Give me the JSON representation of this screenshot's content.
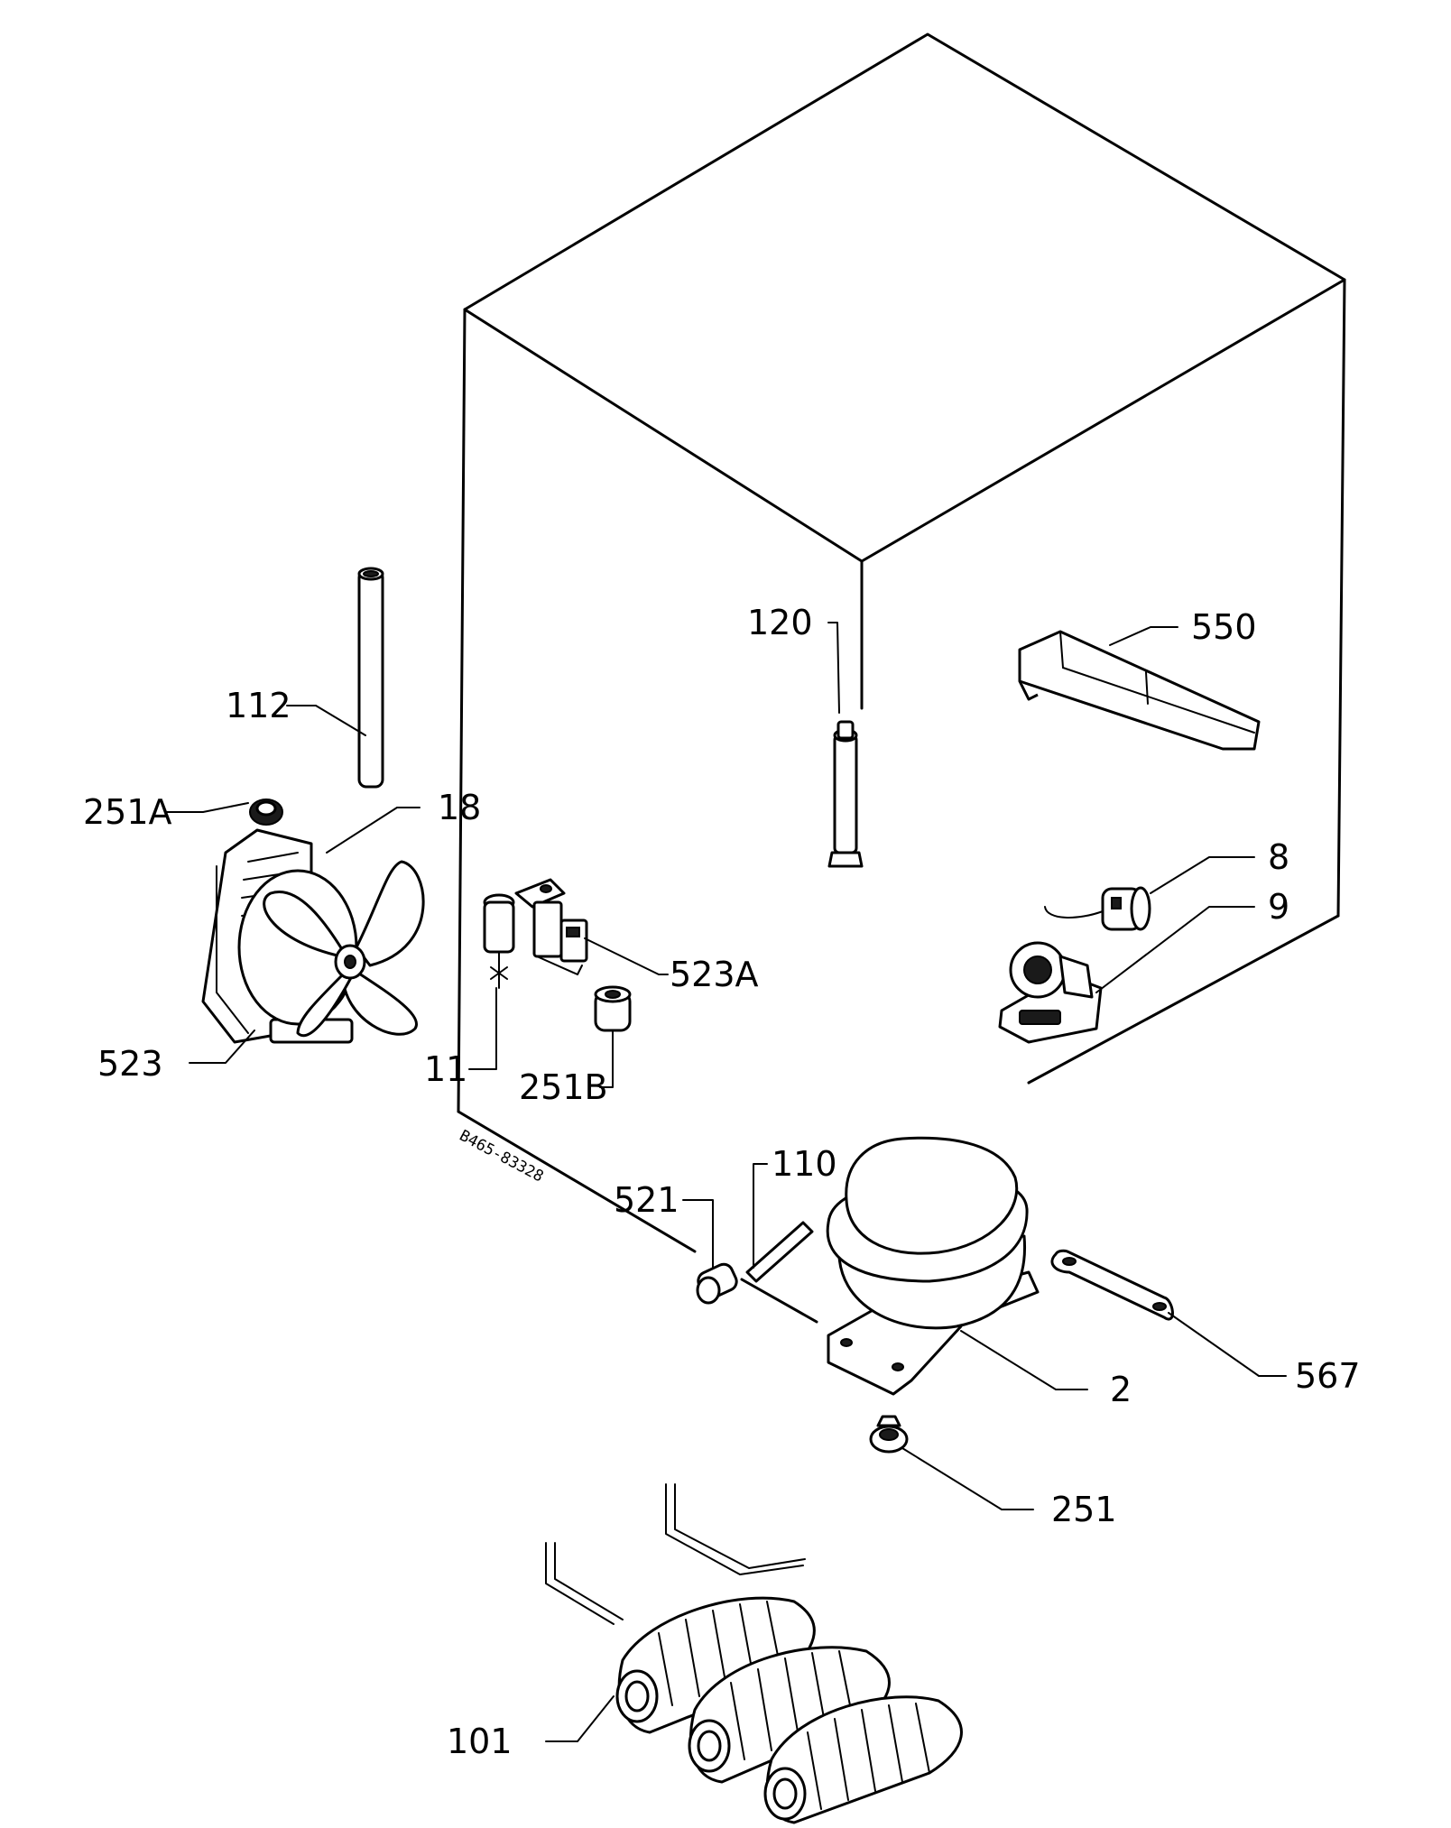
{
  "diagram": {
    "drawing_code": "B465-83328",
    "labels": {
      "p112": "112",
      "p251A": "251A",
      "p18": "18",
      "p523": "523",
      "p11": "11",
      "p251B": "251B",
      "p523A": "523A",
      "p120": "120",
      "p550": "550",
      "p8": "8",
      "p9": "9",
      "p110": "110",
      "p521": "521",
      "p2": "2",
      "p567": "567",
      "p251": "251",
      "p101": "101"
    }
  }
}
